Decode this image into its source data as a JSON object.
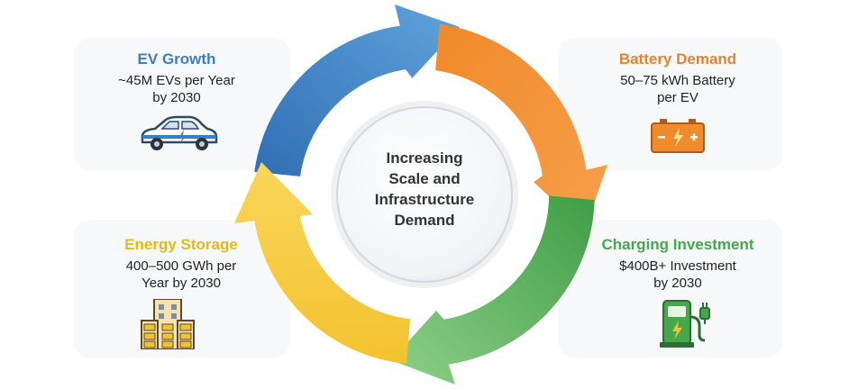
{
  "center": {
    "lines": [
      "Increasing",
      "Scale and",
      "Infrastructure",
      "Demand"
    ]
  },
  "cards": {
    "ev_growth": {
      "title": "EV Growth",
      "lines": [
        "~45M EVs per Year",
        "by 2030"
      ],
      "color": "#3a7fc0",
      "icon": "car-icon"
    },
    "battery_demand": {
      "title": "Battery Demand",
      "lines": [
        "50–75 kWh Battery",
        "per EV"
      ],
      "color": "#e8822a",
      "icon": "battery-icon"
    },
    "charging_investment": {
      "title": "Charging Investment",
      "lines": [
        "$400B+ Investment",
        "by 2030"
      ],
      "color": "#46a84c",
      "icon": "charging-station-icon"
    },
    "energy_storage": {
      "title": "Energy Storage",
      "lines": [
        "400–500 GWh per",
        "Year by 2030"
      ],
      "color": "#e6b81e",
      "icon": "building-storage-icon"
    }
  },
  "cycle_colors": {
    "blue": "#3a7fc0",
    "orange": "#e8822a",
    "green": "#46a84c",
    "yellow": "#f1c232"
  }
}
